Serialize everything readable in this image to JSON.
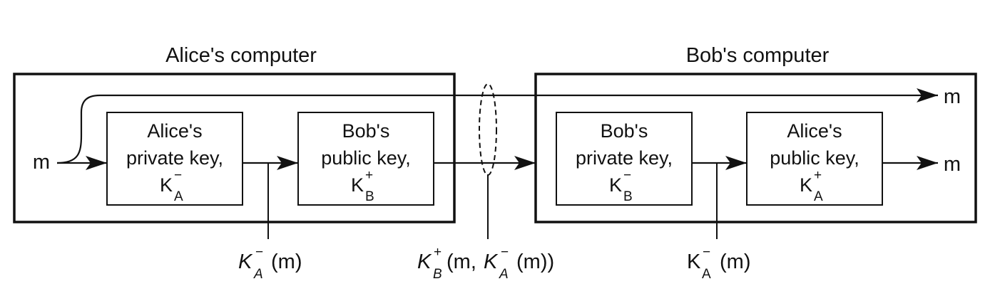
{
  "colors": {
    "stroke": "#111111",
    "background": "#ffffff"
  },
  "alice": {
    "title": "Alice's computer",
    "private_box": {
      "line1": "Alice's",
      "line2": "private key,",
      "key": "K",
      "sup": "−",
      "sub": "A"
    },
    "public_box": {
      "line1": "Bob's",
      "line2": "public key,",
      "key": "K",
      "sup": "+",
      "sub": "B"
    }
  },
  "bob": {
    "title": "Bob's computer",
    "private_box": {
      "line1": "Bob's",
      "line2": "private key,",
      "key": "K",
      "sup": "−",
      "sub": "B"
    },
    "public_box": {
      "line1": "Alice's",
      "line2": "public key,",
      "key": "K",
      "sup": "+",
      "sub": "A"
    }
  },
  "labels": {
    "m_input": "m",
    "m_top_output": "m",
    "m_right_output": "m",
    "tap_alice": {
      "key": "K",
      "sup": "−",
      "sub": "A",
      "arg": "(m)"
    },
    "tap_channel": {
      "key": "K",
      "sup": "+",
      "sub": "B",
      "open": "(m,",
      "key2": "K",
      "sup2": "−",
      "sub2": "A",
      "arg": "(m))"
    },
    "tap_bob": {
      "key": "K",
      "sup": "−",
      "sub": "A",
      "arg": "(m)"
    }
  }
}
